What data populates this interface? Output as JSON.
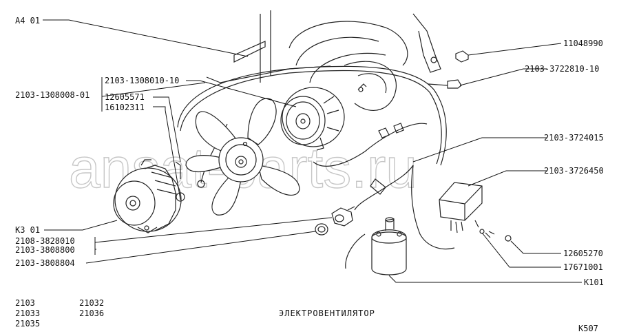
{
  "watermark": "ansat-parts.ru",
  "title": "ЭЛЕКТРОВЕНТИЛЯТОР",
  "page_code": "К507",
  "models": [
    "2103",
    "21033",
    "21035",
    "21032",
    "21036"
  ],
  "labels": {
    "a401": "А4 01",
    "p2103_1308008_01": "2103-1308008-01",
    "p2103_1308010_10": "2103-1308010-10",
    "p12605571": "12605571",
    "p16102311": "16102311",
    "k301": "К3 01",
    "p2108_3828010": "2108-3828010",
    "p2103_3808800": "2103-3808800",
    "p2103_3808804": "2103-3808804",
    "p11048990": "11048990",
    "p2103_3722810_10": "2103-3722810-10",
    "p2103_3724015": "2103-3724015",
    "p2103_3726450": "2103-3726450",
    "p12605270": "12605270",
    "p17671001": "17671001",
    "k101": "К101"
  },
  "icons": {
    "fan_blades": "fan-blade-icon",
    "fan_motor": "electric-motor-icon",
    "alternator": "alternator-icon",
    "ignition_coil": "ignition-coil-icon",
    "relay": "relay-icon",
    "temp_sensor": "temperature-sensor-icon",
    "wire_harness": "wiring-harness-icon"
  }
}
